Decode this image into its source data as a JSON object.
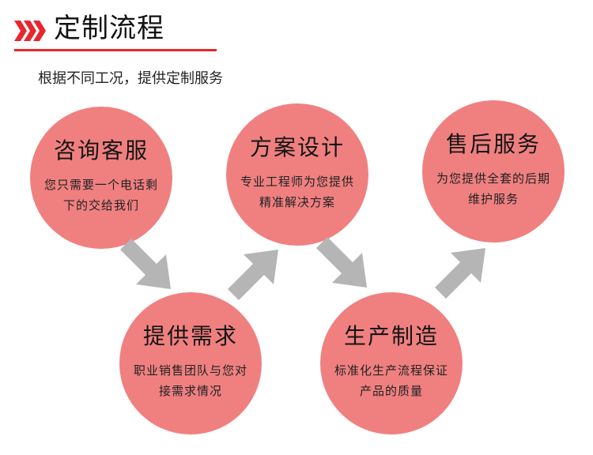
{
  "header": {
    "title": "定制流程",
    "subtitle": "根据不同工况，提供定制服务",
    "accent_color": "#e8262d"
  },
  "steps": [
    {
      "title": "咨询客服",
      "desc": "您只需要一个电话剩下的交给我们"
    },
    {
      "title": "方案设计",
      "desc": "专业工程师为您提供精准解决方案"
    },
    {
      "title": "售后服务",
      "desc": "为您提供全套的后期维护服务"
    },
    {
      "title": "提供需求",
      "desc": "职业销售团队与您对接需求情况"
    },
    {
      "title": "生产制造",
      "desc": "标准化生产流程保证产品的质量"
    }
  ],
  "colors": {
    "circle": "#f08080",
    "arrow": "#b5b5b5"
  },
  "icons": {
    "header": "chevron-triple-icon",
    "down": "arrow-down-right-icon",
    "up": "arrow-up-right-icon"
  }
}
